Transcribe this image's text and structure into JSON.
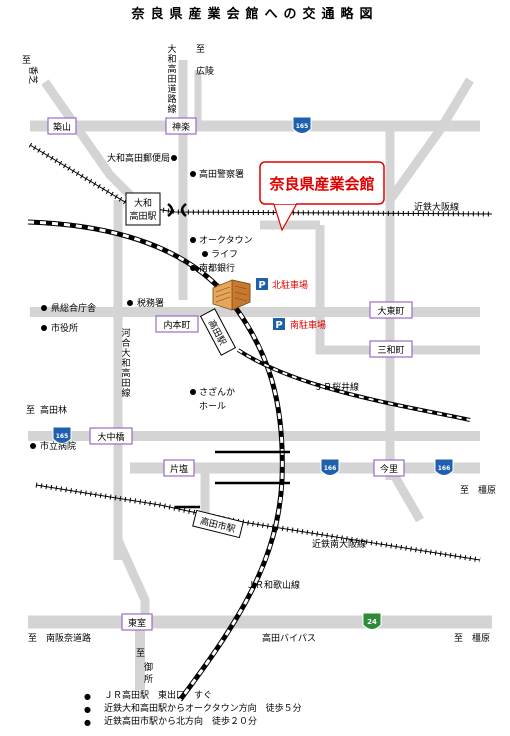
{
  "title": "奈良県産業会館への交通略図",
  "venue": "奈良県産業会館",
  "parking": {
    "north": "北駐車場",
    "south": "南駐車場",
    "symbol": "P"
  },
  "intersections": {
    "tsukiyama": "築山",
    "kagura": "神楽",
    "uchihoncho": "内本町",
    "daitocho": "大東町",
    "sanwacho": "三和町",
    "daichubashi": "大中橋",
    "katashio": "片塩",
    "imazato": "今里",
    "higashimuro": "東室"
  },
  "stations": {
    "yamato_takada": [
      "大和",
      "高田駅"
    ],
    "takada": "高田駅",
    "takadashi": "高田市駅"
  },
  "landmarks": {
    "post_office": "大和高田郵便局",
    "police": "高田警察署",
    "okutown": "オークタウン",
    "life": "ライフ",
    "nanto_bank": "南都銀行",
    "tax_office": "税務署",
    "govt_building": "県総合庁舎",
    "city_hall": "市役所",
    "sanzanka_hall": [
      "さざんか",
      "ホール"
    ],
    "city_hospital": "市立病院"
  },
  "directions": {
    "kashiba": [
      "至",
      "香芝"
    ],
    "koryo": [
      "至",
      "広陵"
    ],
    "takadabashi": [
      "至",
      "高田林"
    ],
    "kashihara1": "至　橿原",
    "minamihanna": "至　南阪奈道路",
    "kashihara2": "至　橿原",
    "gose": [
      "至",
      "御",
      "所"
    ]
  },
  "lines": {
    "yamato_takada_bypass": [
      "大",
      "和",
      "高",
      "田",
      "道",
      "路",
      "線"
    ],
    "kintetsu_osaka": "近鉄大阪線",
    "jr_sakurai": "ＪＲ桜井線",
    "kintetsu_minami_osaka": "近鉄南大阪線",
    "jr_wakayama": "ＪＲ和歌山線",
    "takada_bypass": "高田バイパス",
    "kenkaku_line": [
      "河",
      "合",
      "大",
      "和",
      "高",
      "田",
      "線"
    ]
  },
  "route_numbers": {
    "r1": "165",
    "r2": "165",
    "r3": "166",
    "r4": "166",
    "r5": "24"
  },
  "notes": [
    "ＪＲ高田駅　東出口　すぐ",
    "近鉄大和高田駅からオークタウン方向　徒歩５分",
    "近鉄高田市駅から北方向　徒歩２０分"
  ],
  "colors": {
    "road": "#d4d4d4",
    "box_border": "#9b6bc6",
    "venue_red": "#e00000",
    "parking_blue": "#1e5fae",
    "route_shield": "#1e5fae",
    "route_shield_alt": "#2e8b3a"
  }
}
